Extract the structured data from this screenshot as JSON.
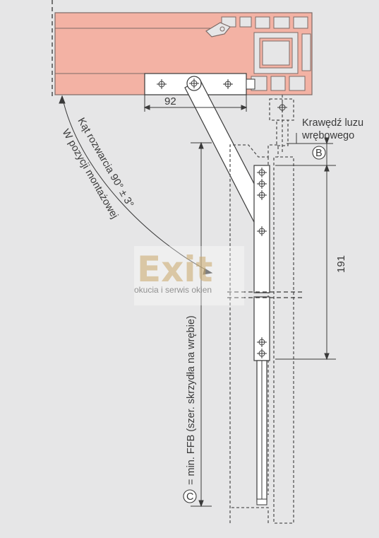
{
  "dimensions": {
    "width_92": "92",
    "height_191": "191"
  },
  "labels": {
    "rebate_edge_line1": "Krawędź luzu",
    "rebate_edge_line2": "wrębowego",
    "marker_b": "B",
    "marker_c": "C",
    "opening_angle": "Kąt rozwarcia 90° ± 3°",
    "mounting_position": "W pozycji montażowej",
    "min_sash_width": "= min. FFB (szer. skrzydła na wrębie)"
  },
  "watermark": {
    "logo": "Exit",
    "subtitle": "okucia i serwis okien"
  },
  "colors": {
    "background": "#e6e6e7",
    "profile_fill": "#f3b2a4",
    "profile_stroke": "#7c6a66",
    "line": "#3a3a3a",
    "metal": "#ffffff",
    "watermark_gold": "#c9a86a"
  }
}
